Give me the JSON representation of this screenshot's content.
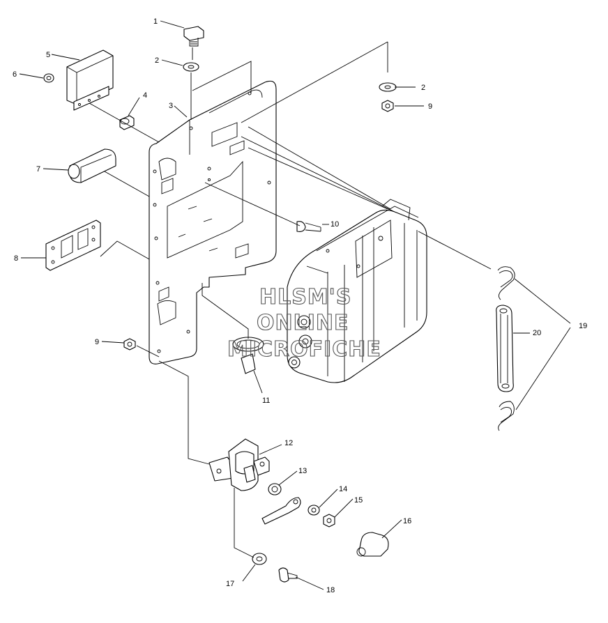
{
  "diagram": {
    "watermark": [
      "HLSM'S",
      "ONLINE",
      "MICROFICHE"
    ],
    "callouts": [
      {
        "id": "c1",
        "text": "1"
      },
      {
        "id": "c2a",
        "text": "2"
      },
      {
        "id": "c2b",
        "text": "2"
      },
      {
        "id": "c3",
        "text": "3"
      },
      {
        "id": "c4",
        "text": "4"
      },
      {
        "id": "c5",
        "text": "5"
      },
      {
        "id": "c6",
        "text": "6"
      },
      {
        "id": "c7",
        "text": "7"
      },
      {
        "id": "c8",
        "text": "8"
      },
      {
        "id": "c9a",
        "text": "9"
      },
      {
        "id": "c9b",
        "text": "9"
      },
      {
        "id": "c10",
        "text": "10"
      },
      {
        "id": "c11",
        "text": "11"
      },
      {
        "id": "c12",
        "text": "12"
      },
      {
        "id": "c13",
        "text": "13"
      },
      {
        "id": "c14",
        "text": "14"
      },
      {
        "id": "c15",
        "text": "15"
      },
      {
        "id": "c16",
        "text": "16"
      },
      {
        "id": "c17",
        "text": "17"
      },
      {
        "id": "c18",
        "text": "18"
      },
      {
        "id": "c19",
        "text": "19"
      },
      {
        "id": "c20",
        "text": "20"
      }
    ]
  }
}
